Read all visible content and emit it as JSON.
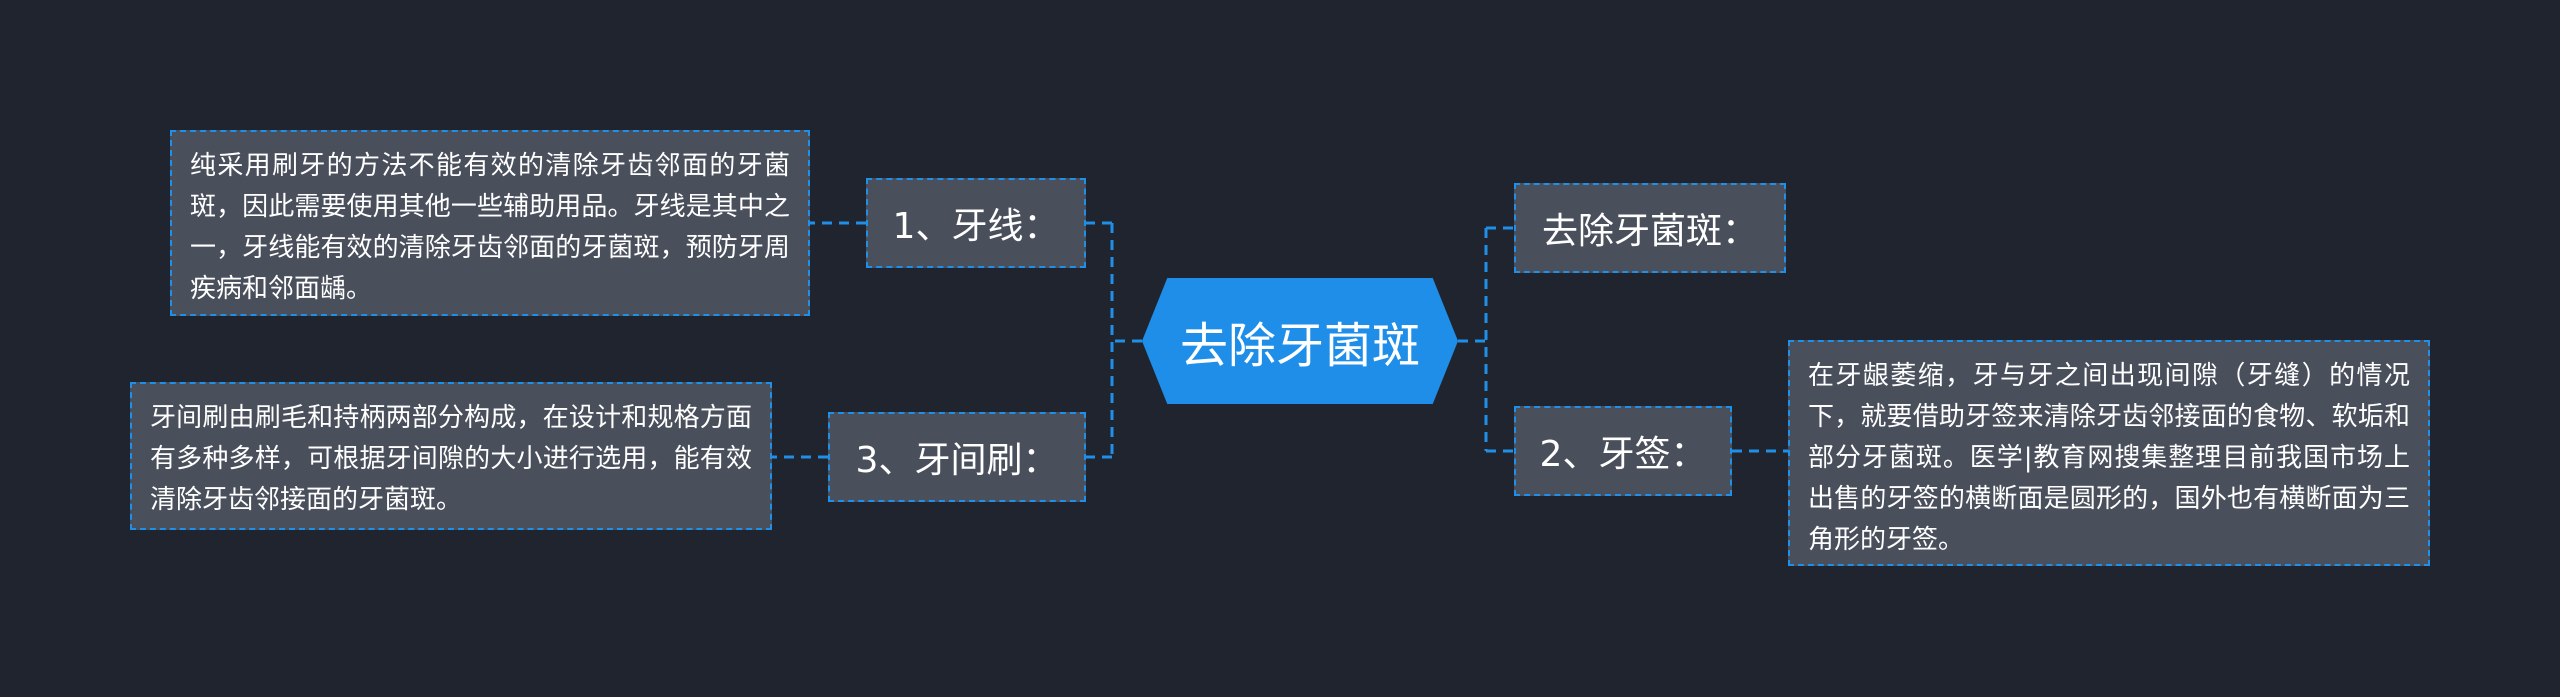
{
  "root": {
    "label": "去除牙菌斑"
  },
  "left": {
    "b1": {
      "label": "1、牙线：",
      "detail": "纯采用刷牙的方法不能有效的清除牙齿邻面的牙菌斑，因此需要使用其他一些辅助用品。牙线是其中之一，牙线能有效的清除牙齿邻面的牙菌斑，预防牙周疾病和邻面龋。"
    },
    "b3": {
      "label": "3、牙间刷：",
      "detail": "牙间刷由刷毛和持柄两部分构成，在设计和规格方面有多种多样，可根据牙间隙的大小进行选用，能有效清除牙齿邻接面的牙菌斑。"
    }
  },
  "right": {
    "intro": {
      "label": "去除牙菌斑："
    },
    "b2": {
      "label": "2、牙签：",
      "detail": "在牙龈萎缩，牙与牙之间出现间隙（牙缝）的情况下，就要借助牙签来清除牙齿邻接面的食物、软垢和部分牙菌斑。医学|教育网搜集整理目前我国市场上出售的牙签的横断面是圆形的，国外也有横断面为三角形的牙签。"
    }
  },
  "colors": {
    "background": "#20242f",
    "accent": "#1f8ee9",
    "node_fill": "#4a4f5c",
    "text": "#ffffff"
  }
}
